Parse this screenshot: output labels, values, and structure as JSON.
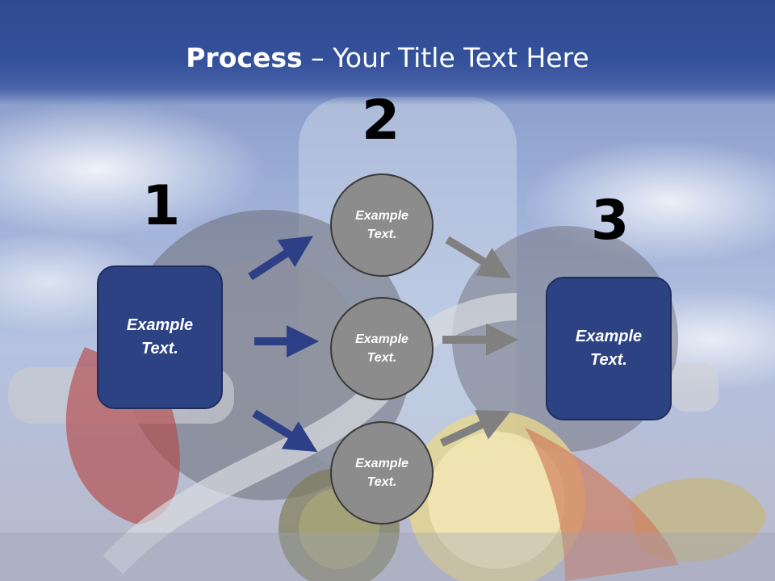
{
  "title": {
    "bold": "Process",
    "rest": " – Your Title Text Here"
  },
  "steps": {
    "one": {
      "number": "1",
      "label": "Example Text."
    },
    "two": {
      "number": "2",
      "circles": [
        "Example Text.",
        "Example Text.",
        "Example Text."
      ]
    },
    "three": {
      "number": "3",
      "label": "Example Text."
    }
  },
  "colors": {
    "header": "#2e4a93",
    "box": "#2d4283",
    "circle": "#8c8c8c",
    "arrow_blue": "#2d3f86",
    "arrow_gray": "#808080"
  }
}
